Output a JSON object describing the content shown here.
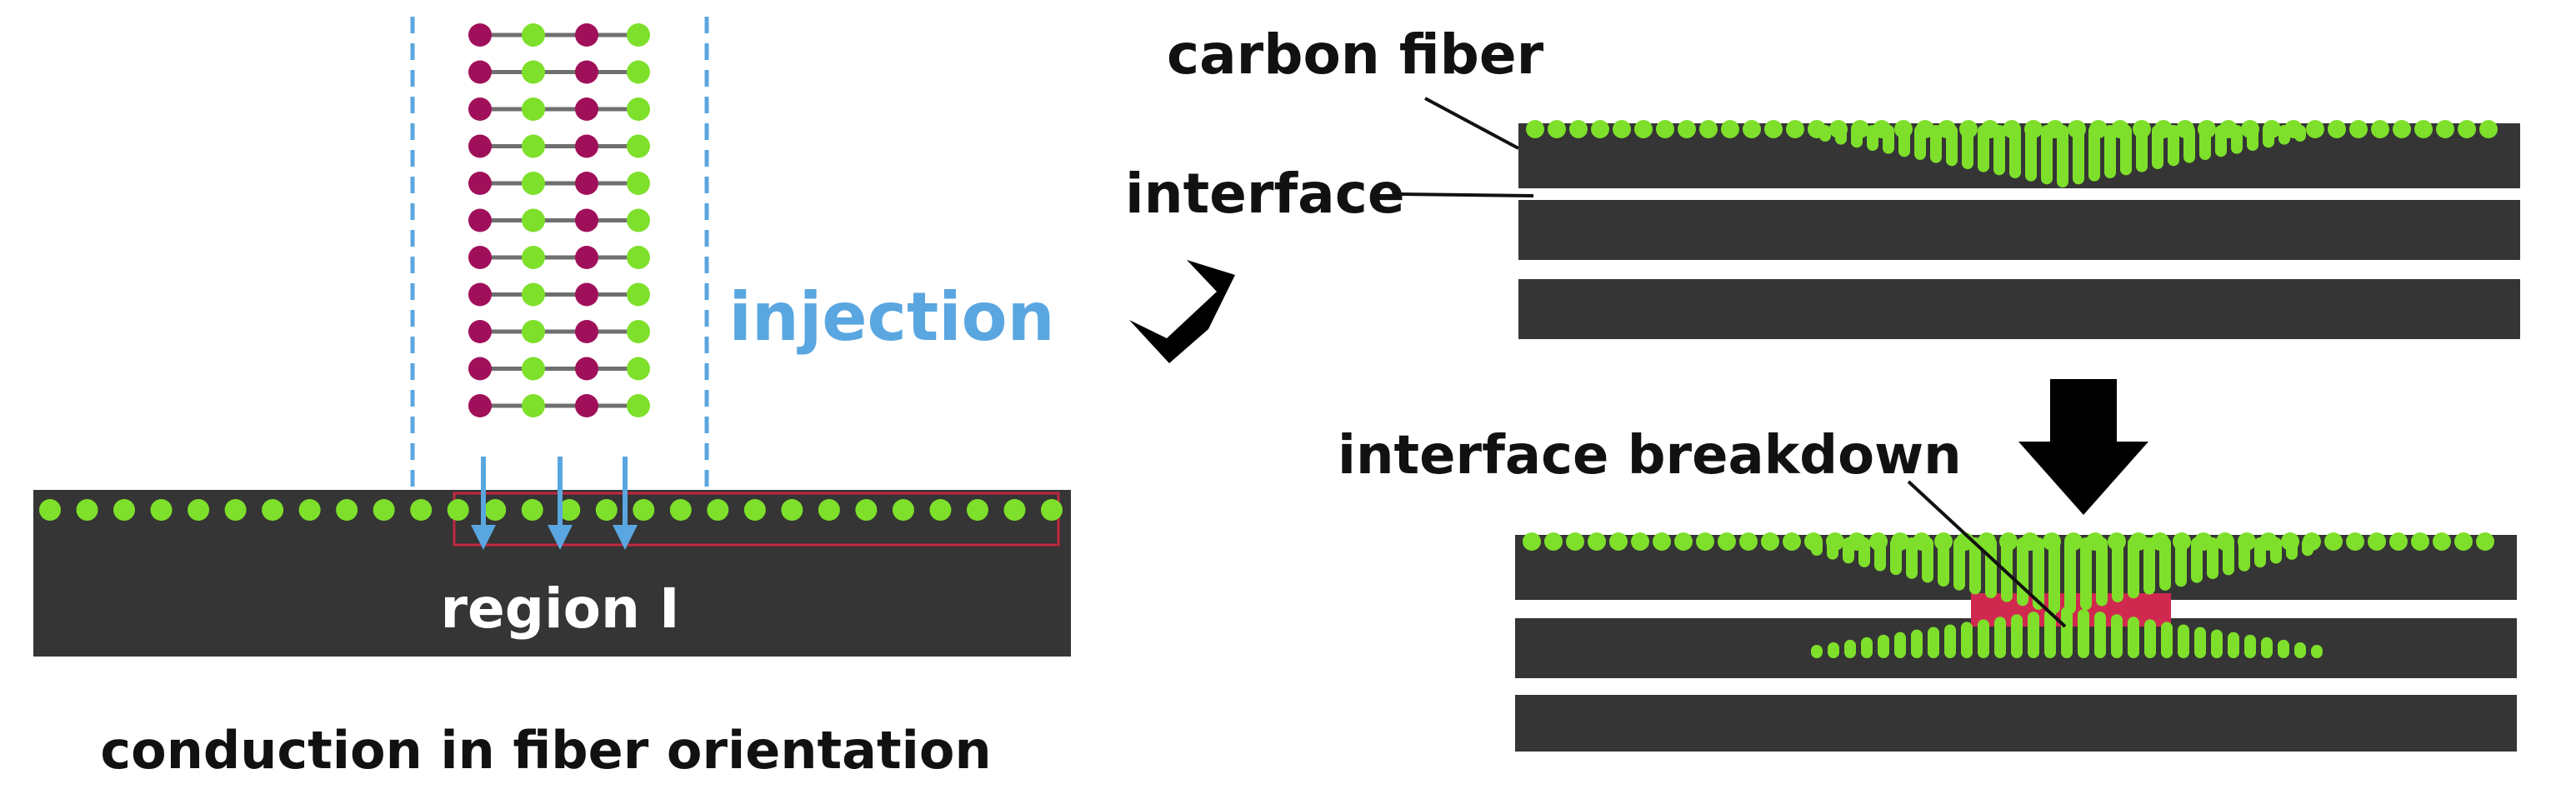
{
  "left_panel": {
    "injection_label": "injection",
    "region_label": "region I",
    "caption": "conduction in fiber orientation",
    "chain_rows": 11,
    "surface_particles": 28
  },
  "right_panel": {
    "carbon_fiber_label": "carbon fiber",
    "interface_label": "interface",
    "breakdown_label": "interface breakdown"
  },
  "colors": {
    "fiber": "#353535",
    "green": "#7ee02a",
    "magenta": "#a0105a",
    "injection_blue": "#5aa6e0",
    "breakdown_red": "#d0294f",
    "arrow": "#000000"
  },
  "icons": [
    "diagonal-arrow-icon",
    "down-arrow-icon"
  ]
}
